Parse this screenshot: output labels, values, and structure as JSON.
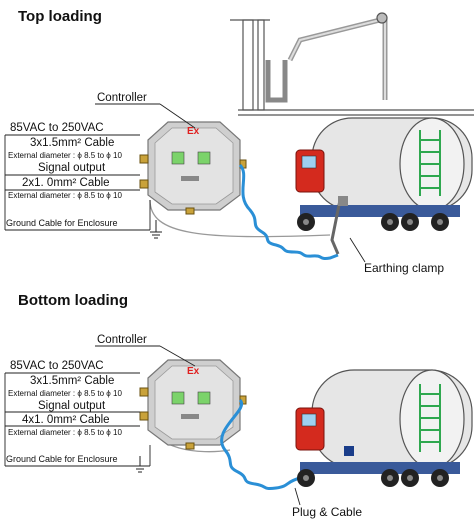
{
  "top": {
    "title": "Top loading",
    "controller_label": "Controller",
    "voltage": "85VAC to 250VAC",
    "cable": "3x1.5mm² Cable",
    "cable_diameter": "External diameter : ϕ 8.5 to ϕ 10",
    "signal_output": "Signal output",
    "signal_cable": "2x1. 0mm² Cable",
    "signal_diameter": "External diameter : ϕ 8.5 to ϕ 10",
    "ground": "Ground Cable for Enclosure",
    "ex_mark": "Ex",
    "clamp_label": "Earthing clamp"
  },
  "bottom": {
    "title": "Bottom loading",
    "controller_label": "Controller",
    "voltage": "85VAC to 250VAC",
    "cable": "3x1.5mm² Cable",
    "cable_diameter": "External diameter : ϕ 8.5 to ϕ 10",
    "signal_output": "Signal output",
    "signal_cable": "4x1. 0mm² Cable",
    "signal_diameter": "External diameter : ϕ 8.5 to ϕ 10",
    "ground": "Ground Cable for Enclosure",
    "ex_mark": "Ex",
    "plug_label": "Plug & Cable"
  },
  "colors": {
    "cab_red": "#d42a1e",
    "tank_fill": "#e6e6e6",
    "ladder_green": "#2fa84f",
    "cable_blue": "#2a8fd6",
    "box_gray": "#c9c9c9",
    "chassis_blue": "#3a5a9a"
  }
}
